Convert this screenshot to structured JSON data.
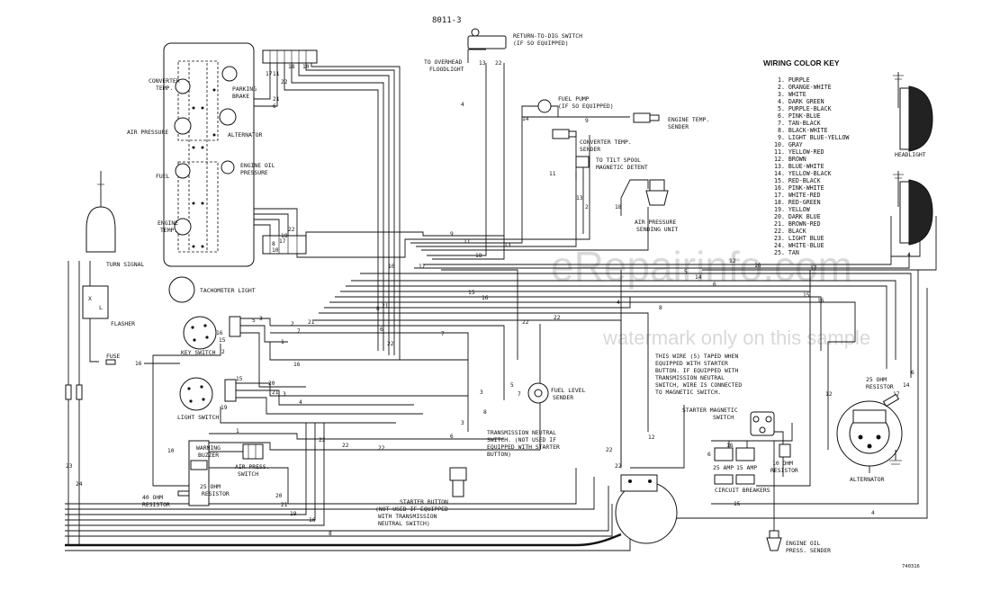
{
  "diagram": {
    "title": "8011-3",
    "figure_code": "740316",
    "watermark": {
      "line1": "eRepairinfo.com",
      "line2": "watermark only on this sample"
    },
    "color_key": {
      "heading": "WIRING COLOR KEY",
      "items": [
        "1. PURPLE",
        "2. ORANGE-WHITE",
        "3. WHITE",
        "4. DARK GREEN",
        "5. PURPLE-BLACK",
        "6. PINK-BLUE",
        "7. TAN-BLACK",
        "8. BLACK-WHITE",
        "9. LIGHT BLUE-YELLOW",
        "10. GRAY",
        "11. YELLOW-RED",
        "12. BROWN",
        "13. BLUE-WHITE",
        "14. YELLOW-BLACK",
        "15. RED-BLACK",
        "16. PINK-WHITE",
        "17. WHITE-RED",
        "18. RED-GREEN",
        "19. YELLOW",
        "20. DARK BLUE",
        "21. BROWN-RED",
        "22. BLACK",
        "23. LIGHT BLUE",
        "24. WHITE-BLUE",
        "25. TAN"
      ]
    },
    "components": {
      "converter_temp": [
        "CONVERTER",
        "TEMP."
      ],
      "parking_brake": [
        "PARKING",
        "BRAKE"
      ],
      "air_pressure": "AIR PRESSURE",
      "alternator_lamp": "ALTERNATOR",
      "fuel": "FUEL",
      "engine_oil_pressure": [
        "ENGINE OIL",
        "PRESSURE"
      ],
      "engine_temp": [
        "ENGINE",
        "TEMP."
      ],
      "return_to_dig": [
        "RETURN-TO-DIG SWITCH",
        "(IF SO EQUIPPED)"
      ],
      "overhead_floodlight": [
        "TO OVERHEAD",
        "FLOODLIGHT"
      ],
      "fuel_pump": [
        "FUEL PUMP",
        "(IF SO EQUIPPED)"
      ],
      "engine_temp_sender": [
        "ENGINE TEMP.",
        "SENDER"
      ],
      "converter_temp_sender": [
        "CONVERTER TEMP.",
        "SENDER"
      ],
      "tilt_spool": [
        "TO TILT SPOOL",
        "MAGNETIC DETENT"
      ],
      "air_pressure_sending": [
        "AIR PRESSURE",
        "SENDING UNIT"
      ],
      "headlight": "HEADLIGHT",
      "turn_signal": "TURN SIGNAL",
      "flasher": "FLASHER",
      "tachometer_light": "TACHOMETER LIGHT",
      "key_switch": "KEY SWITCH",
      "fuse": "FUSE",
      "light_switch": "LIGHT SWITCH",
      "warning_buzzer": [
        "WARNING",
        "BUZZER"
      ],
      "air_press_switch": [
        "AIR PRESS.",
        "SWITCH"
      ],
      "resistor_25": [
        "25 OHM",
        "RESISTOR"
      ],
      "resistor_40": [
        "40 OHM",
        "RESISTOR"
      ],
      "fuel_level_sender": [
        "FUEL LEVEL",
        "SENDER"
      ],
      "transmission_neutral": [
        "TRANSMISSION NEUTRAL",
        "SWITCH. (NOT USED IF",
        "EQUIPPED WITH STARTER",
        "BUTTON)"
      ],
      "starter_button": [
        "STARTER BUTTON",
        "(NOT USED IF EQUIPPED",
        "WITH TRANSMISSION",
        "NEUTRAL SWITCH)"
      ],
      "taped_note": [
        "THIS WIRE (5) TAPED WHEN",
        "EQUIPPED WITH STARTER",
        "BUTTON.  IF EQUIPPED WITH",
        "TRANSMISSION NEUTRAL",
        "SWITCH, WIRE IS CONNECTED",
        "TO MAGNETIC SWITCH."
      ],
      "starter_magnetic": [
        "STARTER MAGNETIC",
        "SWITCH"
      ],
      "breaker_25a_1": "25 AMP",
      "breaker_25a_2": "15 AMP",
      "circuit_breakers": "CIRCUIT BREAKERS",
      "resistor_10": [
        "10 OHM",
        "RESISTOR"
      ],
      "alternator_resistor": [
        "25 OHM",
        "RESISTOR"
      ],
      "alternator": "ALTERNATOR",
      "engine_oil_sender": [
        "ENGINE OIL",
        "PRESS. SENDER"
      ],
      "tab_x": "X",
      "tab_l": "L"
    }
  }
}
